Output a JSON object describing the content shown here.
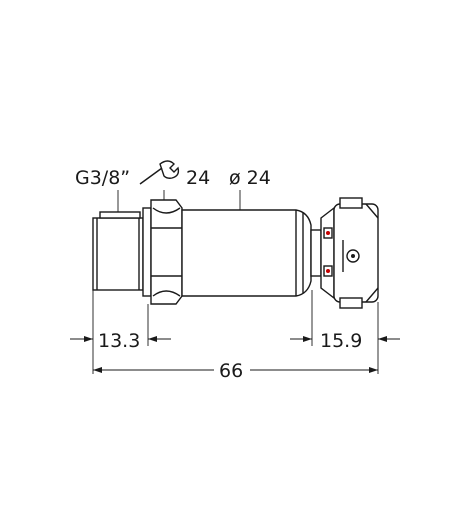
{
  "drawing": {
    "thread_label": "G3/8”",
    "wrench_label": "24",
    "diameter_label": "ø 24",
    "dim_thread_length": "13.3",
    "dim_connector_length": "15.9",
    "dim_total_length": "66",
    "wrench_icon": "wrench-icon",
    "line_color": "#1a1a1a",
    "highlight_color": "#c40000"
  }
}
